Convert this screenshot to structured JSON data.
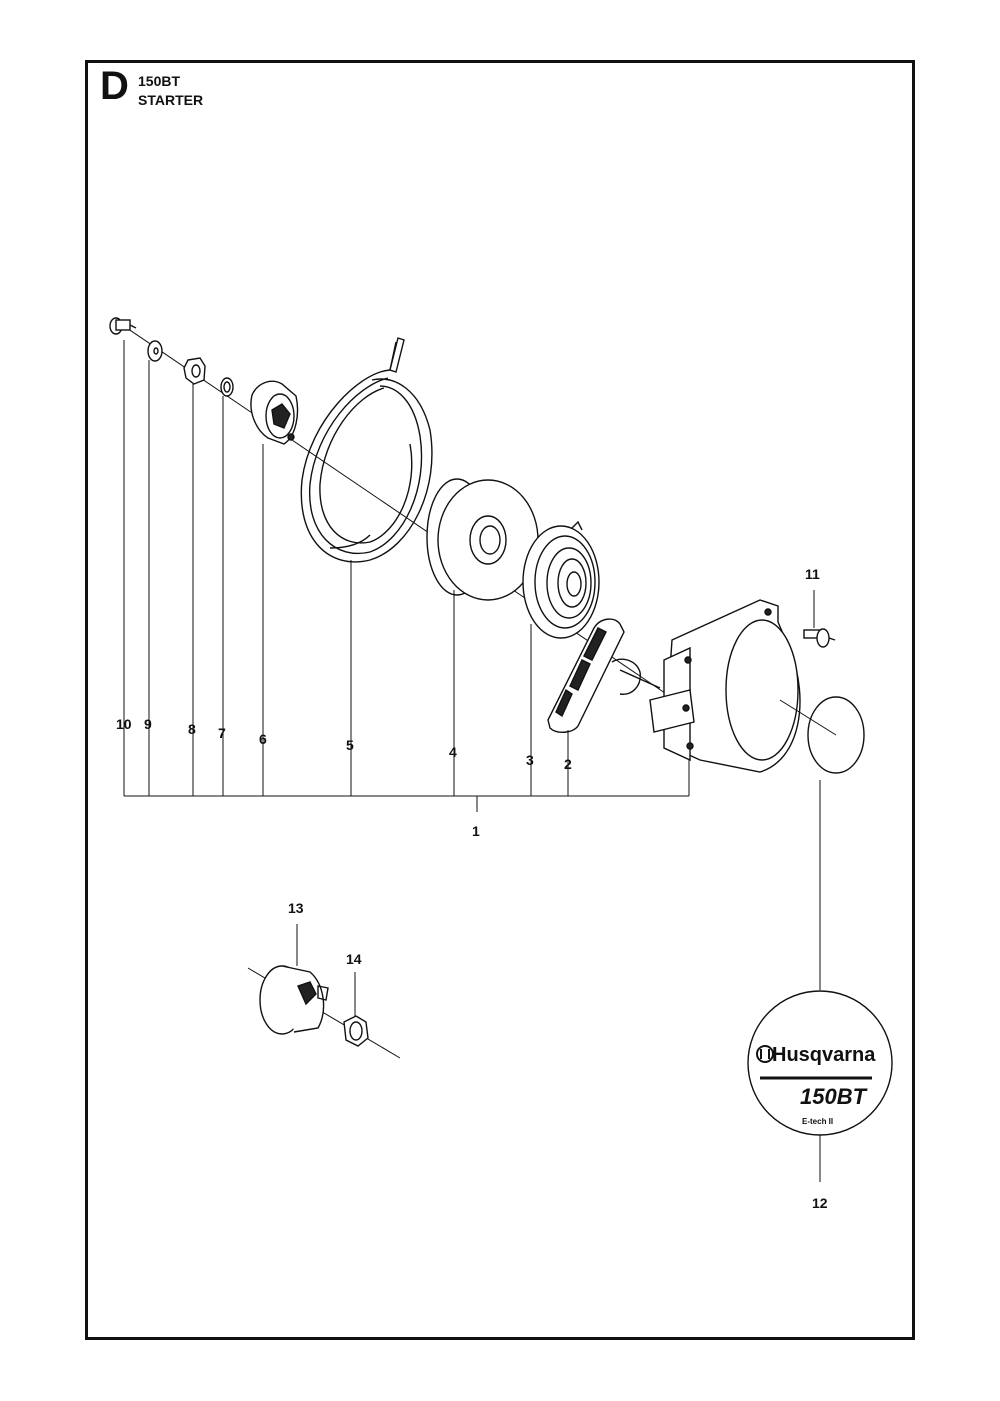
{
  "header": {
    "section_letter": "D",
    "model": "150BT",
    "title": "STARTER"
  },
  "callouts": [
    "10",
    "9",
    "8",
    "7",
    "6",
    "5",
    "4",
    "3",
    "2",
    "1",
    "11",
    "12",
    "13",
    "14"
  ],
  "decal": {
    "brand": "Husqvarna",
    "model": "150BT",
    "subtitle": "E-tech II"
  }
}
